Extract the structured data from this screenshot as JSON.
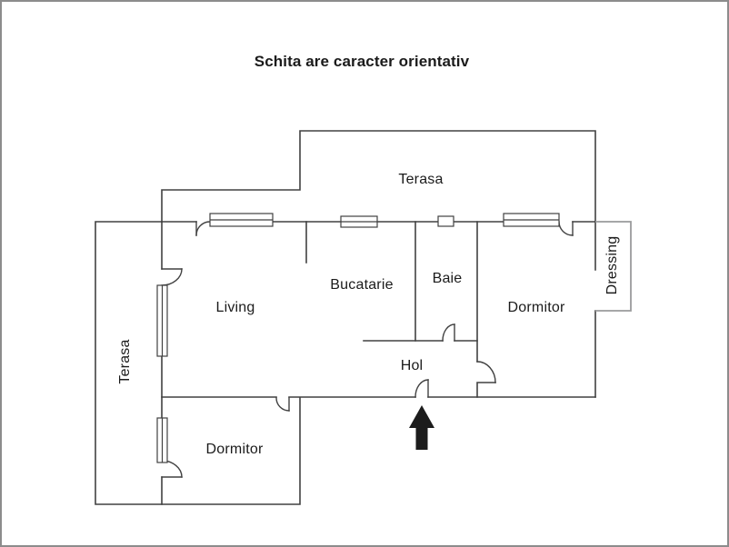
{
  "title": "Schita are caracter orientativ",
  "floorplan": {
    "rooms": {
      "terasa_top": "Terasa",
      "terasa_left": "Terasa",
      "living": "Living",
      "bucatarie": "Bucatarie",
      "baie": "Baie",
      "hol": "Hol",
      "dormitor_right": "Dormitor",
      "dormitor_bottom": "Dormitor",
      "dressing": "Dressing"
    },
    "colors": {
      "wall": "#414141",
      "dressing_wall": "#9a9b9c",
      "window_fill": "#ffffff",
      "border": "#8c8c8c",
      "text": "#1b1b1b",
      "arrow": "#1c1c1c"
    }
  }
}
